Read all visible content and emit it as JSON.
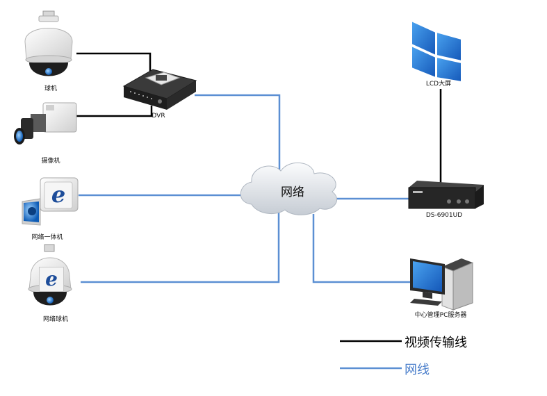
{
  "network": {
    "cloud_label": "网络"
  },
  "devices": {
    "dome_camera": "球机",
    "box_camera": "摄像机",
    "dvr": "DVR",
    "ip_camera": "网络一体机",
    "ip_dome": "网络球机",
    "lcd_wall": "LCD大屏",
    "decoder": "DS-6901UD",
    "pc_server": "中心管理PC服务器"
  },
  "legend": {
    "video_line": "视频传输线",
    "network_line": "网线"
  },
  "colors": {
    "video_line": "#000000",
    "network_line": "#5b8fd3",
    "screen_blue": "#1f6fd6",
    "device_dark": "#2c2c2c",
    "camera_white": "#eeeeee"
  },
  "icons": {
    "ie_logo": "e"
  }
}
